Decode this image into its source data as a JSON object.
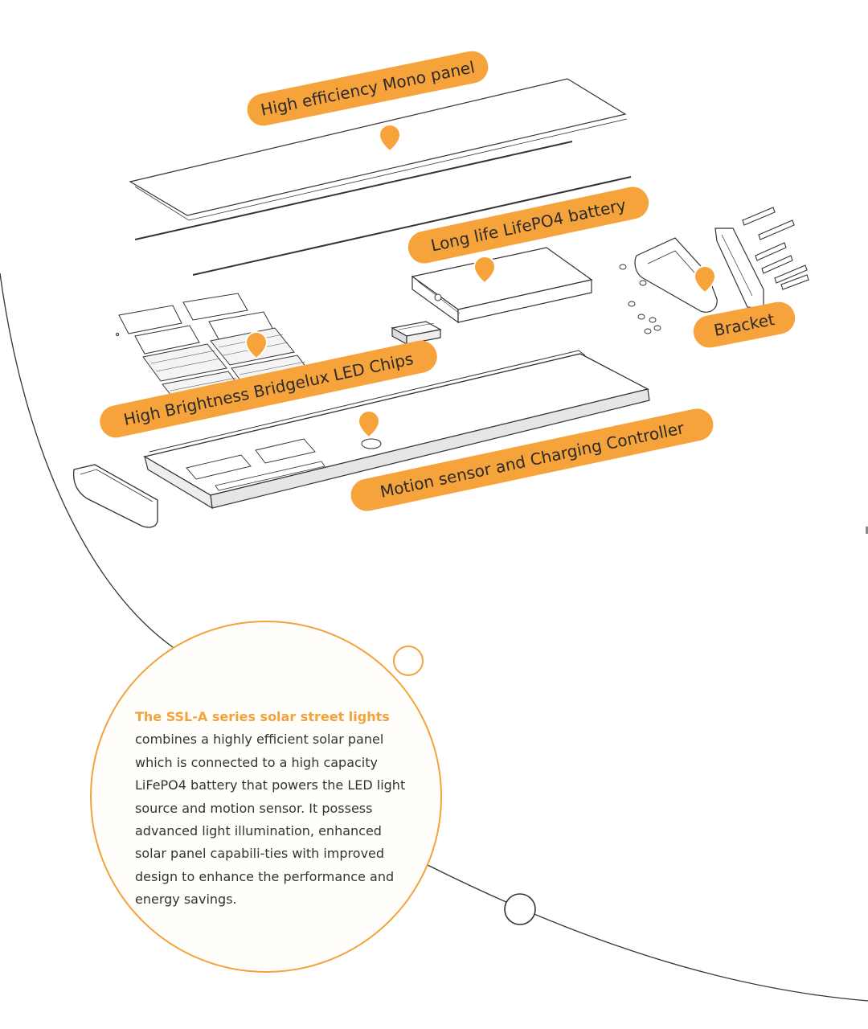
{
  "colors": {
    "accent": "#f5a33a",
    "line": "#333333",
    "text": "#2a2a2a"
  },
  "callouts": [
    {
      "id": "mono-panel",
      "label": "High efficiency Mono panel"
    },
    {
      "id": "battery",
      "label": "Long life LifePO4 battery"
    },
    {
      "id": "bracket",
      "label": "Bracket"
    },
    {
      "id": "led-chips",
      "label": "High Brightness Bridgelux LED Chips"
    },
    {
      "id": "controller",
      "label": "Motion sensor and Charging Controller"
    }
  ],
  "description": {
    "title": "The SSL-A series solar street lights",
    "body": "combines a highly efficient solar panel which is connected to a high capacity LiFePO4 battery that powers the LED light source and motion sensor. It possess advanced light illumination, enhanced solar panel capabili-ties with improved design to enhance the performance and energy savings."
  }
}
